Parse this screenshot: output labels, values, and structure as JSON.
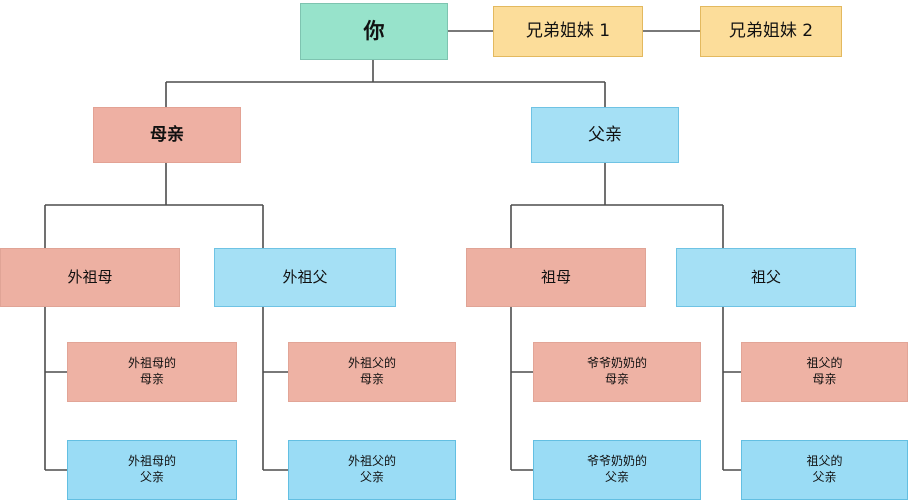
{
  "diagram": {
    "type": "family-tree",
    "title": "",
    "line_color": "#4d4d4d",
    "colors": {
      "self": "#97e3cb",
      "sibling": "#fcdd9a",
      "female_line": "#eeb0a3",
      "male_line": "#a5e0f5"
    },
    "nodes": {
      "self": "你",
      "sibling_1": "兄弟姐妹 1",
      "sibling_2": "兄弟姐妹 2",
      "mother": "母亲",
      "father": "父亲",
      "maternal_grandmother": "外祖母",
      "maternal_grandfather": "外祖父",
      "paternal_grandmother": "祖母",
      "paternal_grandfather": "祖父",
      "mgm_mother": "外祖母的\n母亲",
      "mgm_father": "外祖母的\n父亲",
      "mgf_mother": "外祖父的\n母亲",
      "mgf_father": "外祖父的\n父亲",
      "pgm_mother": "爷爷奶奶的\n母亲",
      "pgm_father": "爷爷奶奶的\n父亲",
      "pgf_mother": "祖父的\n母亲",
      "pgf_father": "祖父的\n父亲"
    }
  }
}
